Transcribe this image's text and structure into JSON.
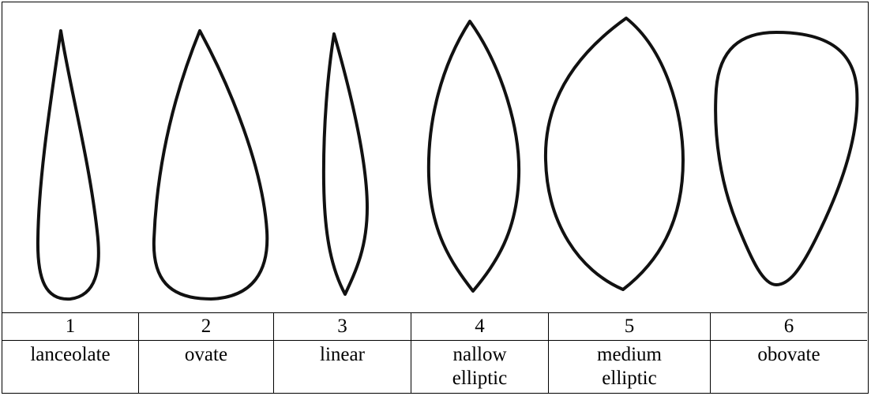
{
  "leaf_shapes": [
    {
      "number": "1",
      "name": "lanceolate"
    },
    {
      "number": "2",
      "name": "ovate"
    },
    {
      "number": "3",
      "name": "linear"
    },
    {
      "number": "4",
      "name": "nallow elliptic"
    },
    {
      "number": "5",
      "name": "medium elliptic"
    },
    {
      "number": "6",
      "name": "obovate"
    }
  ],
  "colors": {
    "outline": "#111111",
    "border": "#000000",
    "background": "#ffffff"
  }
}
